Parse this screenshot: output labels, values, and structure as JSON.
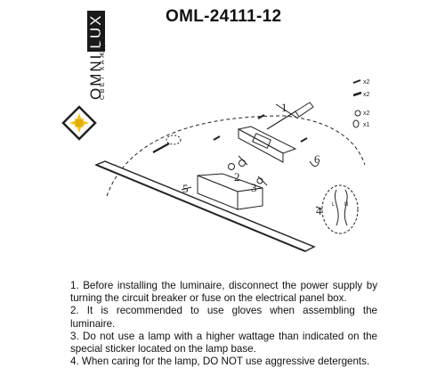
{
  "brand": {
    "name_letters": [
      "O",
      "M",
      "N",
      "I",
      "L",
      "U",
      "X"
    ],
    "tagline": "СВЕТ КАЖДОМУ"
  },
  "model": "OML-24111-12",
  "parts": [
    {
      "qty": "x2"
    },
    {
      "qty": "x2"
    },
    {
      "qty": "x2"
    },
    {
      "qty": "x1"
    }
  ],
  "callouts": [
    "1",
    "2",
    "3",
    "4",
    "5",
    "6"
  ],
  "wire_labels": [
    "L",
    "N"
  ],
  "instructions": [
    "1. Before installing the luminaire, disconnect the power supply by turning the circuit breaker or fuse on the electrical panel box.",
    "2. It is recommended to use gloves when assembling the luminaire.",
    "3. Do not use a lamp with a higher wattage than indicated on the special sticker located on the lamp base.",
    "4. When caring for the lamp, DO NOT use aggressive detergents."
  ]
}
